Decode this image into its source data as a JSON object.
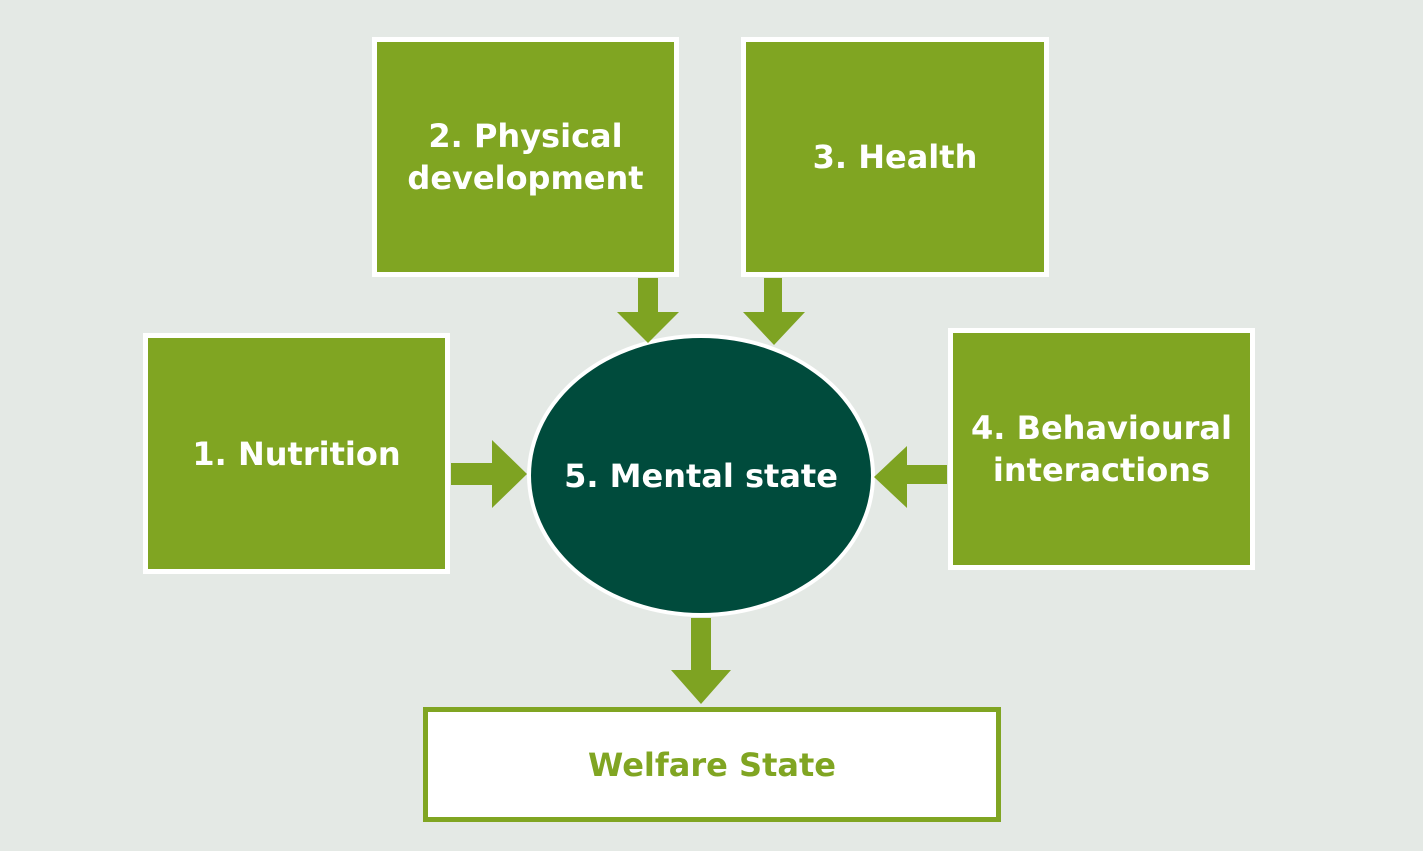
{
  "diagram": {
    "nodes": {
      "nutrition": "1. Nutrition",
      "physical": "2. Physical\ndevelopment",
      "health": "3. Health",
      "behaviour": "4. Behavioural\ninteractions",
      "mental": "5. Mental state",
      "welfare": "Welfare State"
    },
    "edges": [
      {
        "from": "nutrition",
        "to": "mental"
      },
      {
        "from": "physical",
        "to": "mental"
      },
      {
        "from": "health",
        "to": "mental"
      },
      {
        "from": "behaviour",
        "to": "mental"
      },
      {
        "from": "mental",
        "to": "welfare"
      }
    ]
  },
  "colors": {
    "background": "#e4e9e5",
    "box_fill": "#80a522",
    "ellipse_fill": "#004b3c",
    "arrow": "#7ea322",
    "text_light": "#ffffff",
    "welfare_text": "#80a522"
  }
}
